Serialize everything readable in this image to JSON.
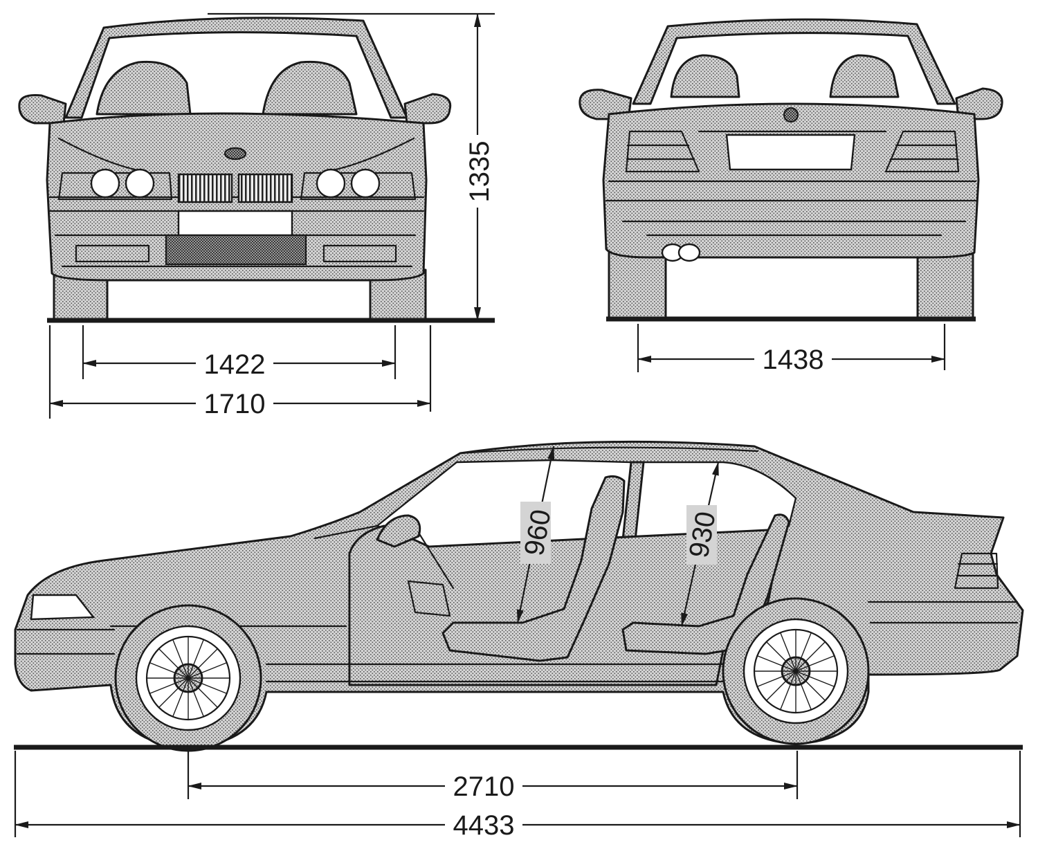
{
  "dimensions": {
    "front_height": "1335",
    "front_track": "1422",
    "overall_width": "1710",
    "rear_track": "1438",
    "front_headroom": "960",
    "rear_headroom": "930",
    "wheelbase": "2710",
    "overall_length": "4433"
  },
  "colors": {
    "ink": "#1a1a1a",
    "paper": "#ffffff",
    "stipple": "#8a8a8a"
  }
}
